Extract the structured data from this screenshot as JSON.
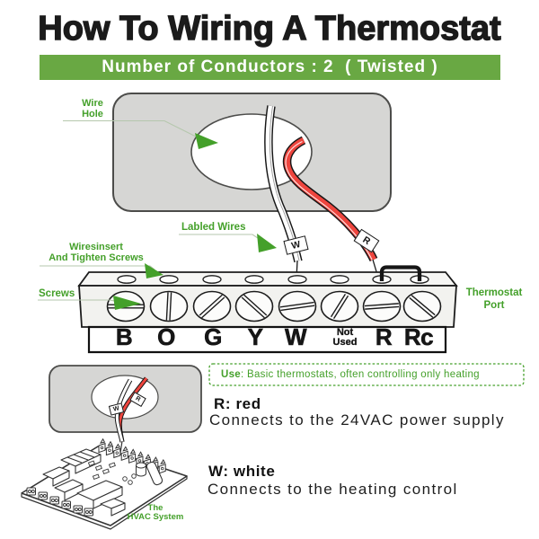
{
  "title": "How To Wiring A Thermostat",
  "banner": {
    "text": "Number of Conductors : 2  ( Twisted )"
  },
  "colors": {
    "green": "#44a02a",
    "banner-green": "#69a843",
    "wire-red": "#ee453e",
    "leader": "#b5c7ad",
    "plate-gray": "#d6d6d4"
  },
  "callouts": {
    "wire_hole": "Wire\nHole",
    "labeled_wires": "Labled Wires",
    "wires_insert": "Wiresinsert\nAnd Tighten Screws",
    "screws": "Screws",
    "thermostat_port": "Thermostat\nPort",
    "hvac_system": "The\nHVAC System"
  },
  "wire_tags": {
    "white": "W",
    "red": "R"
  },
  "terminal_block": {
    "terminals": [
      "B",
      "O",
      "G",
      "Y",
      "W",
      "Not\nUsed",
      "R",
      "Rc"
    ]
  },
  "usage_note": {
    "label": "Use",
    "text": ": Basic thermostats, often controlling only heating"
  },
  "wire_descriptions": [
    {
      "term": "R: red",
      "detail": "Connects to the 24VAC power supply"
    },
    {
      "term": "W: white",
      "detail": "Connects to the heating control"
    }
  ]
}
